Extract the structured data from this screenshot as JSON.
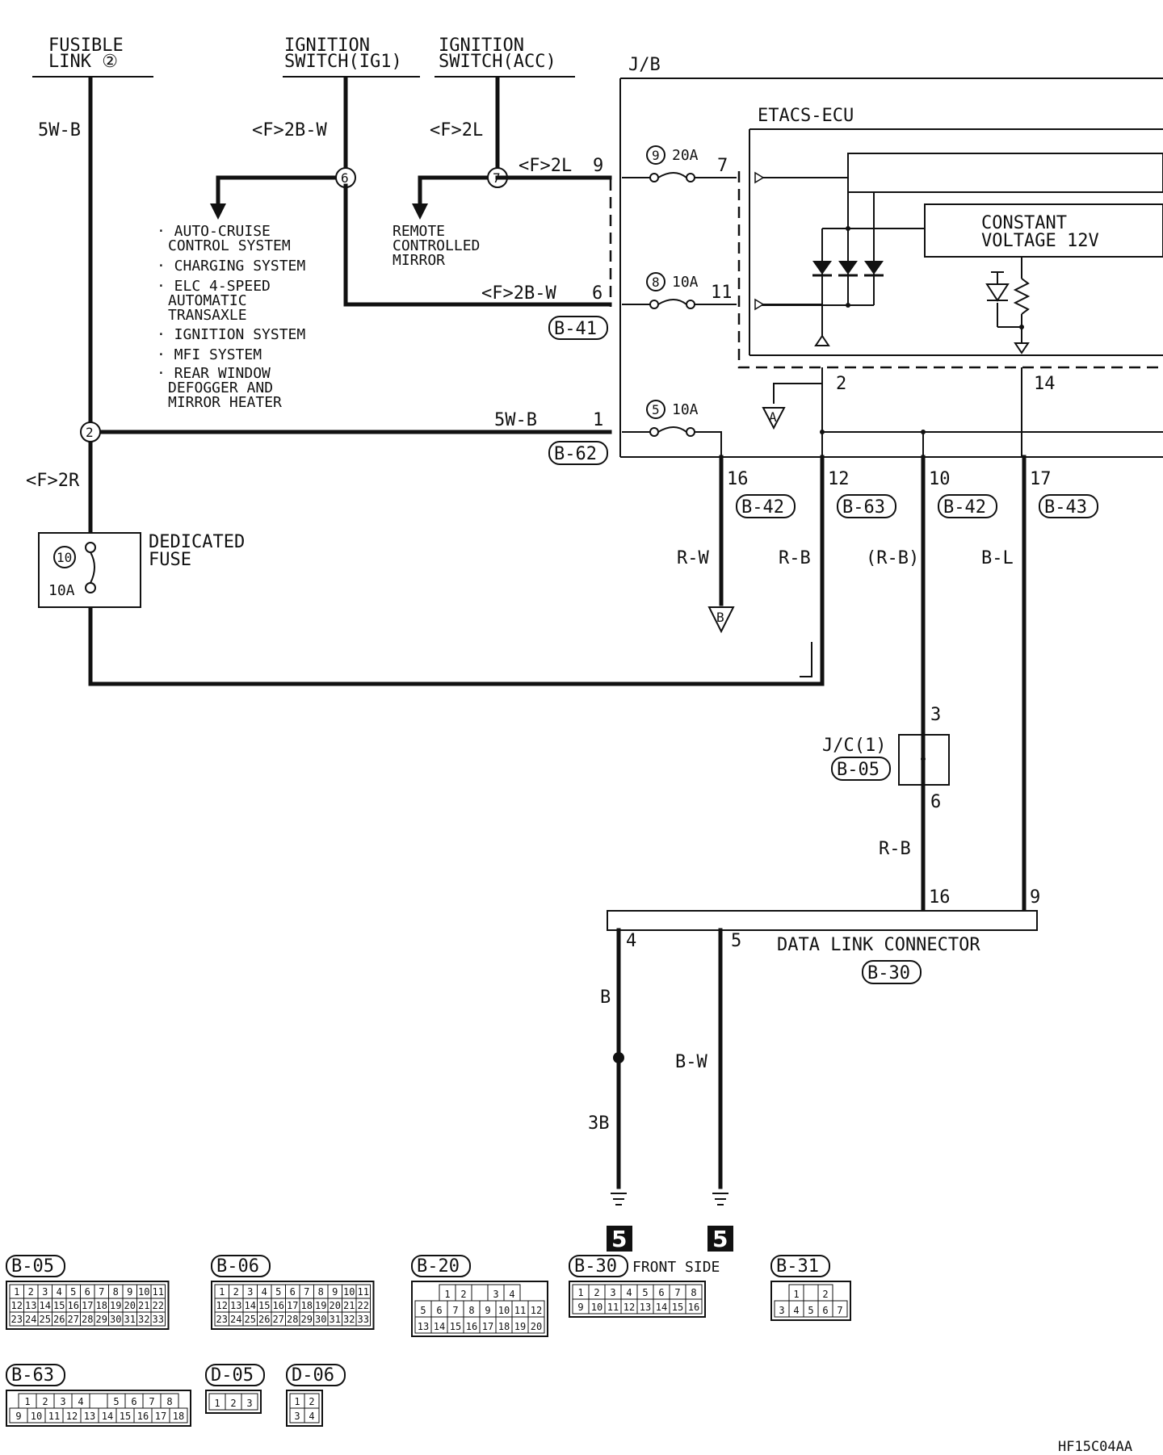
{
  "sources": {
    "fusible_link": [
      "FUSIBLE",
      "LINK ②"
    ],
    "ig1": [
      "IGNITION",
      "SWITCH(IG1)"
    ],
    "acc": [
      "IGNITION",
      "SWITCH(ACC)"
    ],
    "jb": "J/B",
    "etacs": "ETACS-ECU",
    "constant_voltage": [
      "CONSTANT",
      "VOLTAGE 12V"
    ],
    "dedicated_fuse": [
      "DEDICATED",
      "FUSE"
    ]
  },
  "wires": {
    "w5wb_top": "5W-B",
    "f2bw_top": "<F>2B-W",
    "f2l_top": "<F>2L",
    "f2l_mid": "<F>2L",
    "f2bw_mid": "<F>2B-W",
    "w5wb_mid": "5W-B",
    "f2r": "<F>2R",
    "rw": "R-W",
    "rb": "R-B",
    "rb_paren": "(R-B)",
    "bl": "B-L",
    "rb_low": "R-B",
    "b": "B",
    "bw": "B-W",
    "b3": "3B"
  },
  "pins": {
    "p9": "9",
    "p7": "7",
    "p6": "6",
    "p11": "11",
    "p1": "1",
    "p2": "2",
    "p14": "14",
    "p16": "16",
    "p12": "12",
    "p10": "10",
    "p17": "17",
    "p3": "3",
    "p6b": "6",
    "p16b": "16",
    "p9b": "9",
    "p4": "4",
    "p5": "5"
  },
  "fuses": {
    "f9": {
      "num": "9",
      "amp": "20A"
    },
    "f8": {
      "num": "8",
      "amp": "10A"
    },
    "f5": {
      "num": "5",
      "amp": "10A"
    },
    "f10": {
      "num": "10",
      "amp": "10A"
    }
  },
  "splices": {
    "s6": "6",
    "s7": "7",
    "s2": "2"
  },
  "branch_ig1": [
    [
      "· AUTO-CRUISE",
      "CONTROL SYSTEM"
    ],
    [
      "· CHARGING SYSTEM"
    ],
    [
      "· ELC 4-SPEED",
      "AUTOMATIC",
      "TRANSAXLE"
    ],
    [
      "· IGNITION SYSTEM"
    ],
    [
      "· MFI SYSTEM"
    ],
    [
      "· REAR WINDOW",
      "DEFOGGER AND",
      "MIRROR HEATER"
    ]
  ],
  "branch_acc": [
    "REMOTE",
    "CONTROLLED",
    "MIRROR"
  ],
  "connectors": {
    "b41": "B-41",
    "b62": "B-62",
    "b42a": "B-42",
    "b63": "B-63",
    "b42b": "B-42",
    "b43": "B-43",
    "b05": "B-05",
    "b30": "B-30"
  },
  "jc": "J/C(1)",
  "dlc": "DATA LINK CONNECTOR",
  "ground_marks": {
    "a": "A",
    "b": "B"
  },
  "ground_num": "5",
  "legend": {
    "b05": {
      "label": "B-05",
      "rows": [
        [
          "1",
          "2",
          "3",
          "4",
          "5",
          "6",
          "7",
          "8",
          "9",
          "10",
          "11"
        ],
        [
          "12",
          "13",
          "14",
          "15",
          "16",
          "17",
          "18",
          "19",
          "20",
          "21",
          "22"
        ],
        [
          "23",
          "24",
          "25",
          "26",
          "27",
          "28",
          "29",
          "30",
          "31",
          "32",
          "33"
        ]
      ]
    },
    "b06": {
      "label": "B-06",
      "rows": [
        [
          "1",
          "2",
          "3",
          "4",
          "5",
          "6",
          "7",
          "8",
          "9",
          "10",
          "11"
        ],
        [
          "12",
          "13",
          "14",
          "15",
          "16",
          "17",
          "18",
          "19",
          "20",
          "21",
          "22"
        ],
        [
          "23",
          "24",
          "25",
          "26",
          "27",
          "28",
          "29",
          "30",
          "31",
          "32",
          "33"
        ]
      ]
    },
    "b20": {
      "label": "B-20",
      "rows": [
        [
          "1",
          "2",
          "",
          "3",
          "4"
        ],
        [
          "5",
          "6",
          "7",
          "8",
          "9",
          "10",
          "11",
          "12"
        ],
        [
          "13",
          "14",
          "15",
          "16",
          "17",
          "18",
          "19",
          "20"
        ]
      ]
    },
    "b30": {
      "label": "B-30",
      "suffix": "FRONT SIDE",
      "rows": [
        [
          "1",
          "2",
          "3",
          "4",
          "5",
          "6",
          "7",
          "8"
        ],
        [
          "9",
          "10",
          "11",
          "12",
          "13",
          "14",
          "15",
          "16"
        ]
      ]
    },
    "b31": {
      "label": "B-31",
      "rows": [
        [
          "1",
          "",
          "2"
        ],
        [
          "3",
          "4",
          "5",
          "6",
          "7"
        ]
      ]
    },
    "b63": {
      "label": "B-63",
      "rows": [
        [
          "1",
          "2",
          "3",
          "4",
          "",
          "5",
          "6",
          "7",
          "8"
        ],
        [
          "9",
          "10",
          "11",
          "12",
          "13",
          "14",
          "15",
          "16",
          "17",
          "18"
        ]
      ]
    },
    "d05": {
      "label": "D-05",
      "rows": [
        [
          "1",
          "2",
          "3"
        ]
      ]
    },
    "d06": {
      "label": "D-06",
      "rows": [
        [
          "1",
          "2"
        ],
        [
          "3",
          "4"
        ]
      ]
    }
  },
  "code": "HF15C04AA"
}
